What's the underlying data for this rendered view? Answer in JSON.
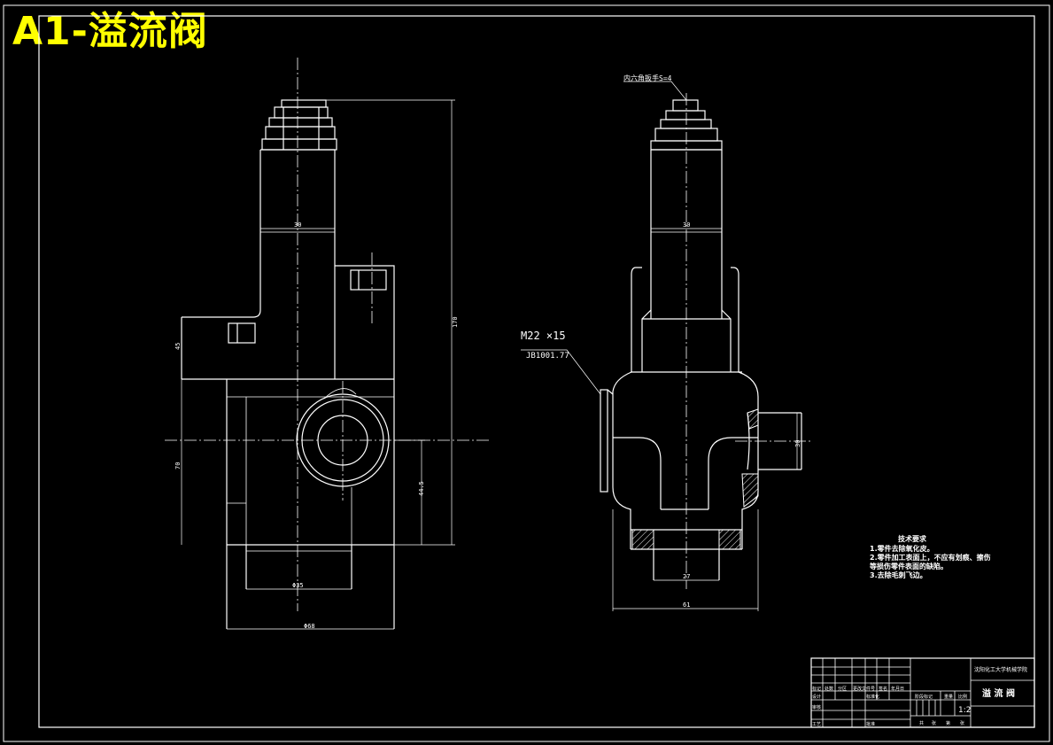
{
  "drawing": {
    "title": "A1-溢流阀",
    "background": "#000000",
    "line_color": "#ffffff",
    "title_color": "#ffff00"
  },
  "front_view": {
    "dims": {
      "top_width": "30",
      "height_total": "170",
      "left_upper": "45",
      "left_lower": "70",
      "right_lower": "44.5",
      "bottom_inner": "Φ35",
      "bottom_outer": "Φ68"
    }
  },
  "side_view": {
    "leader_top": "内六角扳手S=4",
    "thread_label": "M22 ×15",
    "thread_std": "JB1001.77",
    "dims": {
      "stem_width": "30",
      "right_port": "30",
      "bottom_inner": "27",
      "bottom_outer": "61"
    }
  },
  "tech_requirements": {
    "heading": "技术要求",
    "items": [
      "1.零件去除氧化皮。",
      "2.零件加工表面上，不应有划痕、擦伤",
      "等损伤零件表面的缺陷。",
      "3.去除毛刺飞边。"
    ]
  },
  "title_block": {
    "school": "沈阳化工大学机械学院",
    "part_name": "溢 流 阀",
    "scale": "1:2",
    "row_headers": [
      "标记",
      "处数",
      "分区",
      "更改文件号",
      "签名",
      "年月日"
    ],
    "row_design": [
      "设计",
      "",
      "",
      "标准化",
      "",
      ""
    ],
    "row_check": [
      "审核"
    ],
    "row_process": [
      "工艺",
      "",
      "",
      "批准"
    ],
    "stage_headers": [
      "阶段标记",
      "重量",
      "比例"
    ],
    "sheet_info": [
      "共",
      "张",
      "第",
      "张"
    ]
  }
}
